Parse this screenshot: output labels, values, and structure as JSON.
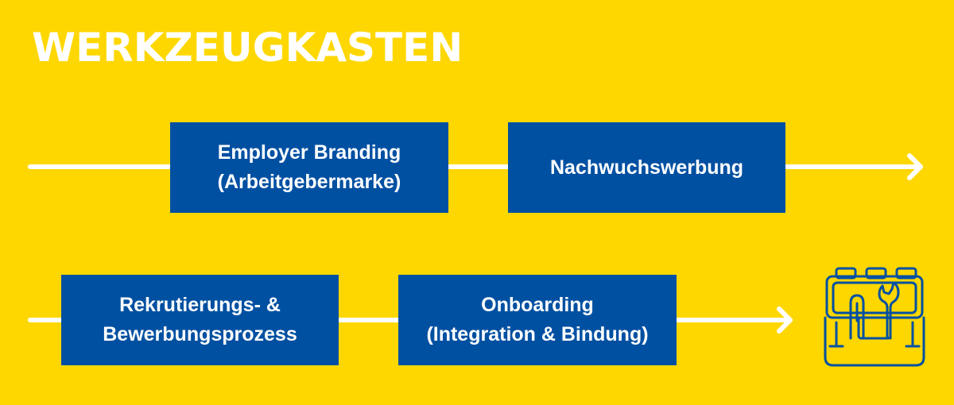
{
  "title": "WERKZEUGKASTEN",
  "colors": {
    "background": "#FED700",
    "box": "#0050A2",
    "text": "#FFFFFF",
    "arrow": "#FFFFFF",
    "icon_stroke": "#0050A2"
  },
  "steps": [
    {
      "lines": [
        "Employer Branding",
        "(Arbeitgebermarke)"
      ]
    },
    {
      "lines": [
        "Nachwuchswerbung"
      ]
    },
    {
      "lines": [
        "Rekrutierungs- &",
        "Bewerbungsprozess"
      ]
    },
    {
      "lines": [
        "Onboarding",
        "(Integration & Bindung)"
      ]
    }
  ],
  "end_icon": "toolbox-icon"
}
